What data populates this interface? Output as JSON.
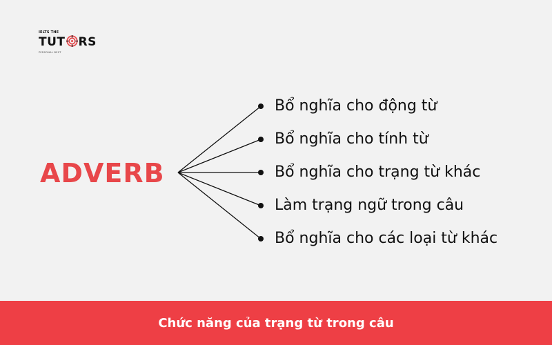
{
  "logo": {
    "small_text": "IELTS THE",
    "main_left": "TUT",
    "main_right": "RS",
    "tagline": "PERSONAL BEST"
  },
  "diagram": {
    "root": "ADVERB",
    "branches": [
      "Bổ nghĩa cho động từ",
      "Bổ nghĩa cho tính từ",
      "Bổ nghĩa cho trạng từ khác",
      "Làm trạng ngữ trong câu",
      "Bổ nghĩa cho các loại từ khác"
    ]
  },
  "footer": {
    "caption": "Chức năng của trạng từ trong câu"
  },
  "colors": {
    "accent": "#e8474a",
    "footer_bg": "#ee3f45",
    "background": "#f2f2f2",
    "text": "#111111"
  }
}
